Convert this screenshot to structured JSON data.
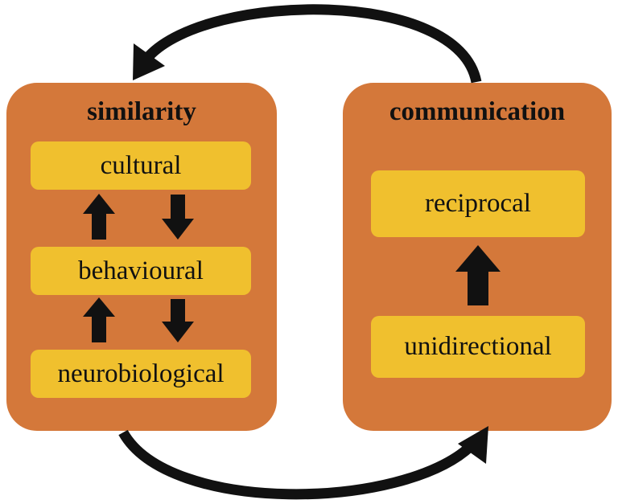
{
  "colors": {
    "panel": "#d4783a",
    "box": "#f0c02e",
    "arrow": "#111111"
  },
  "left_panel": {
    "title": "similarity",
    "items": [
      "cultural",
      "behavioural",
      "neurobiological"
    ]
  },
  "right_panel": {
    "title": "communication",
    "items": [
      "reciprocal",
      "unidirectional"
    ]
  }
}
